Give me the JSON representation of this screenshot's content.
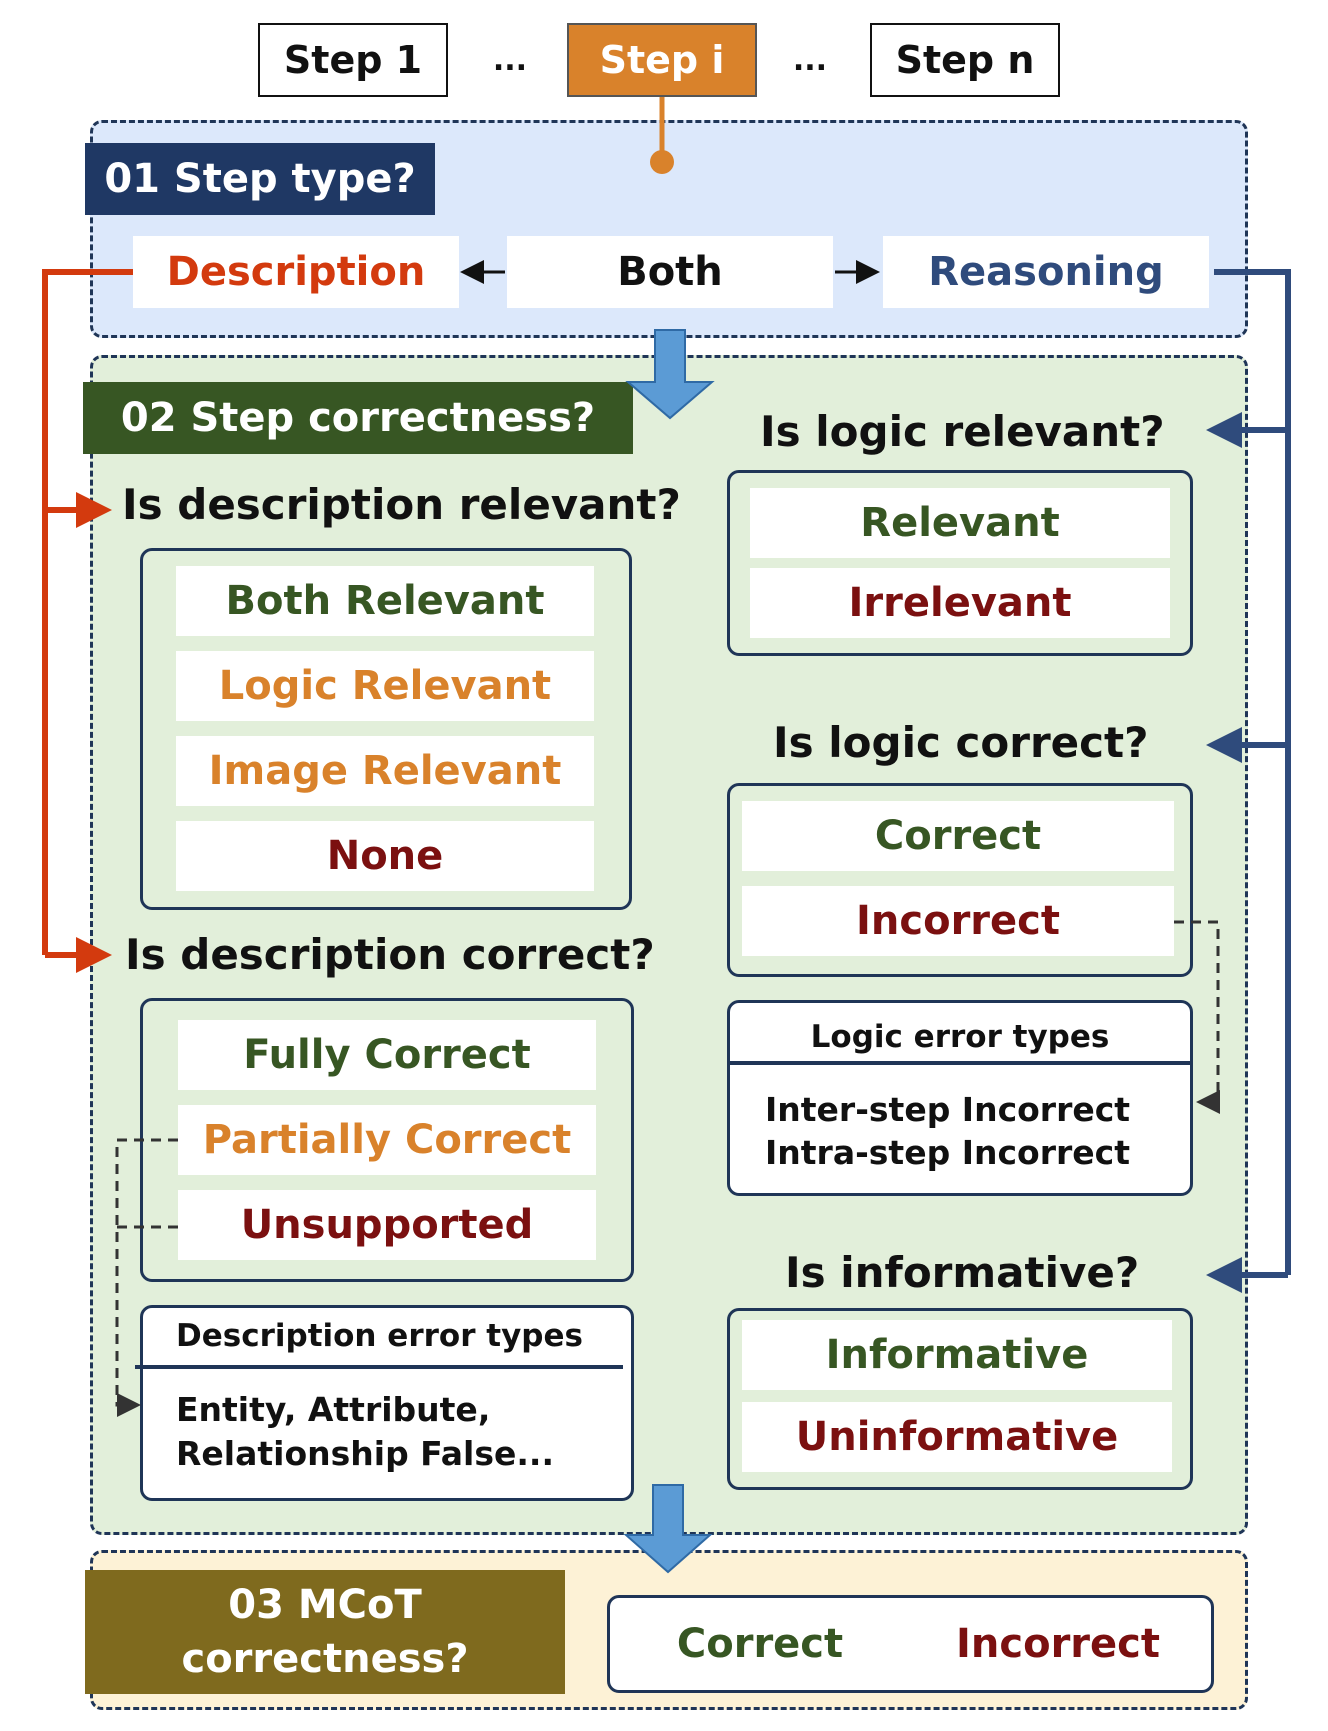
{
  "steps": {
    "step1": "Step 1",
    "dots1": "...",
    "stepi": "Step i",
    "dots2": "...",
    "stepn": "Step n"
  },
  "section1": {
    "label": "01  Step type?",
    "description": "Description",
    "both": "Both",
    "reasoning": "Reasoning"
  },
  "section2": {
    "label": "02 Step correctness?",
    "desc_relevant": {
      "question": "Is description relevant?",
      "options": [
        "Both Relevant",
        "Logic Relevant",
        "Image Relevant",
        "None"
      ]
    },
    "desc_correct": {
      "question": "Is description correct?",
      "options": [
        "Fully Correct",
        "Partially Correct",
        "Unsupported"
      ]
    },
    "desc_errors": {
      "title": "Description error types",
      "line1": "Entity, Attribute,",
      "line2": "Relationship False..."
    },
    "logic_relevant": {
      "question": "Is logic relevant?",
      "options": [
        "Relevant",
        "Irrelevant"
      ]
    },
    "logic_correct": {
      "question": "Is logic correct?",
      "options": [
        "Correct",
        "Incorrect"
      ]
    },
    "logic_errors": {
      "title": "Logic error types",
      "line1": "Inter-step Incorrect",
      "line2": "Intra-step Incorrect"
    },
    "informative": {
      "question": "Is informative?",
      "options": [
        "Informative",
        "Uninformative"
      ]
    }
  },
  "section3": {
    "label_line1": "03 MCoT",
    "label_line2": "correctness?",
    "options": [
      "Correct",
      "Incorrect"
    ]
  },
  "colors": {
    "navy": "#1f3864",
    "forest": "#375623",
    "olive": "#7f6a1e",
    "orange": "#d9822b",
    "red_arrow": "#d33a0e",
    "blue_arrow": "#5b9bd5",
    "panel_blue": "#dce8fb",
    "panel_green": "#e2efda",
    "panel_yellow": "#fdf2d6"
  }
}
